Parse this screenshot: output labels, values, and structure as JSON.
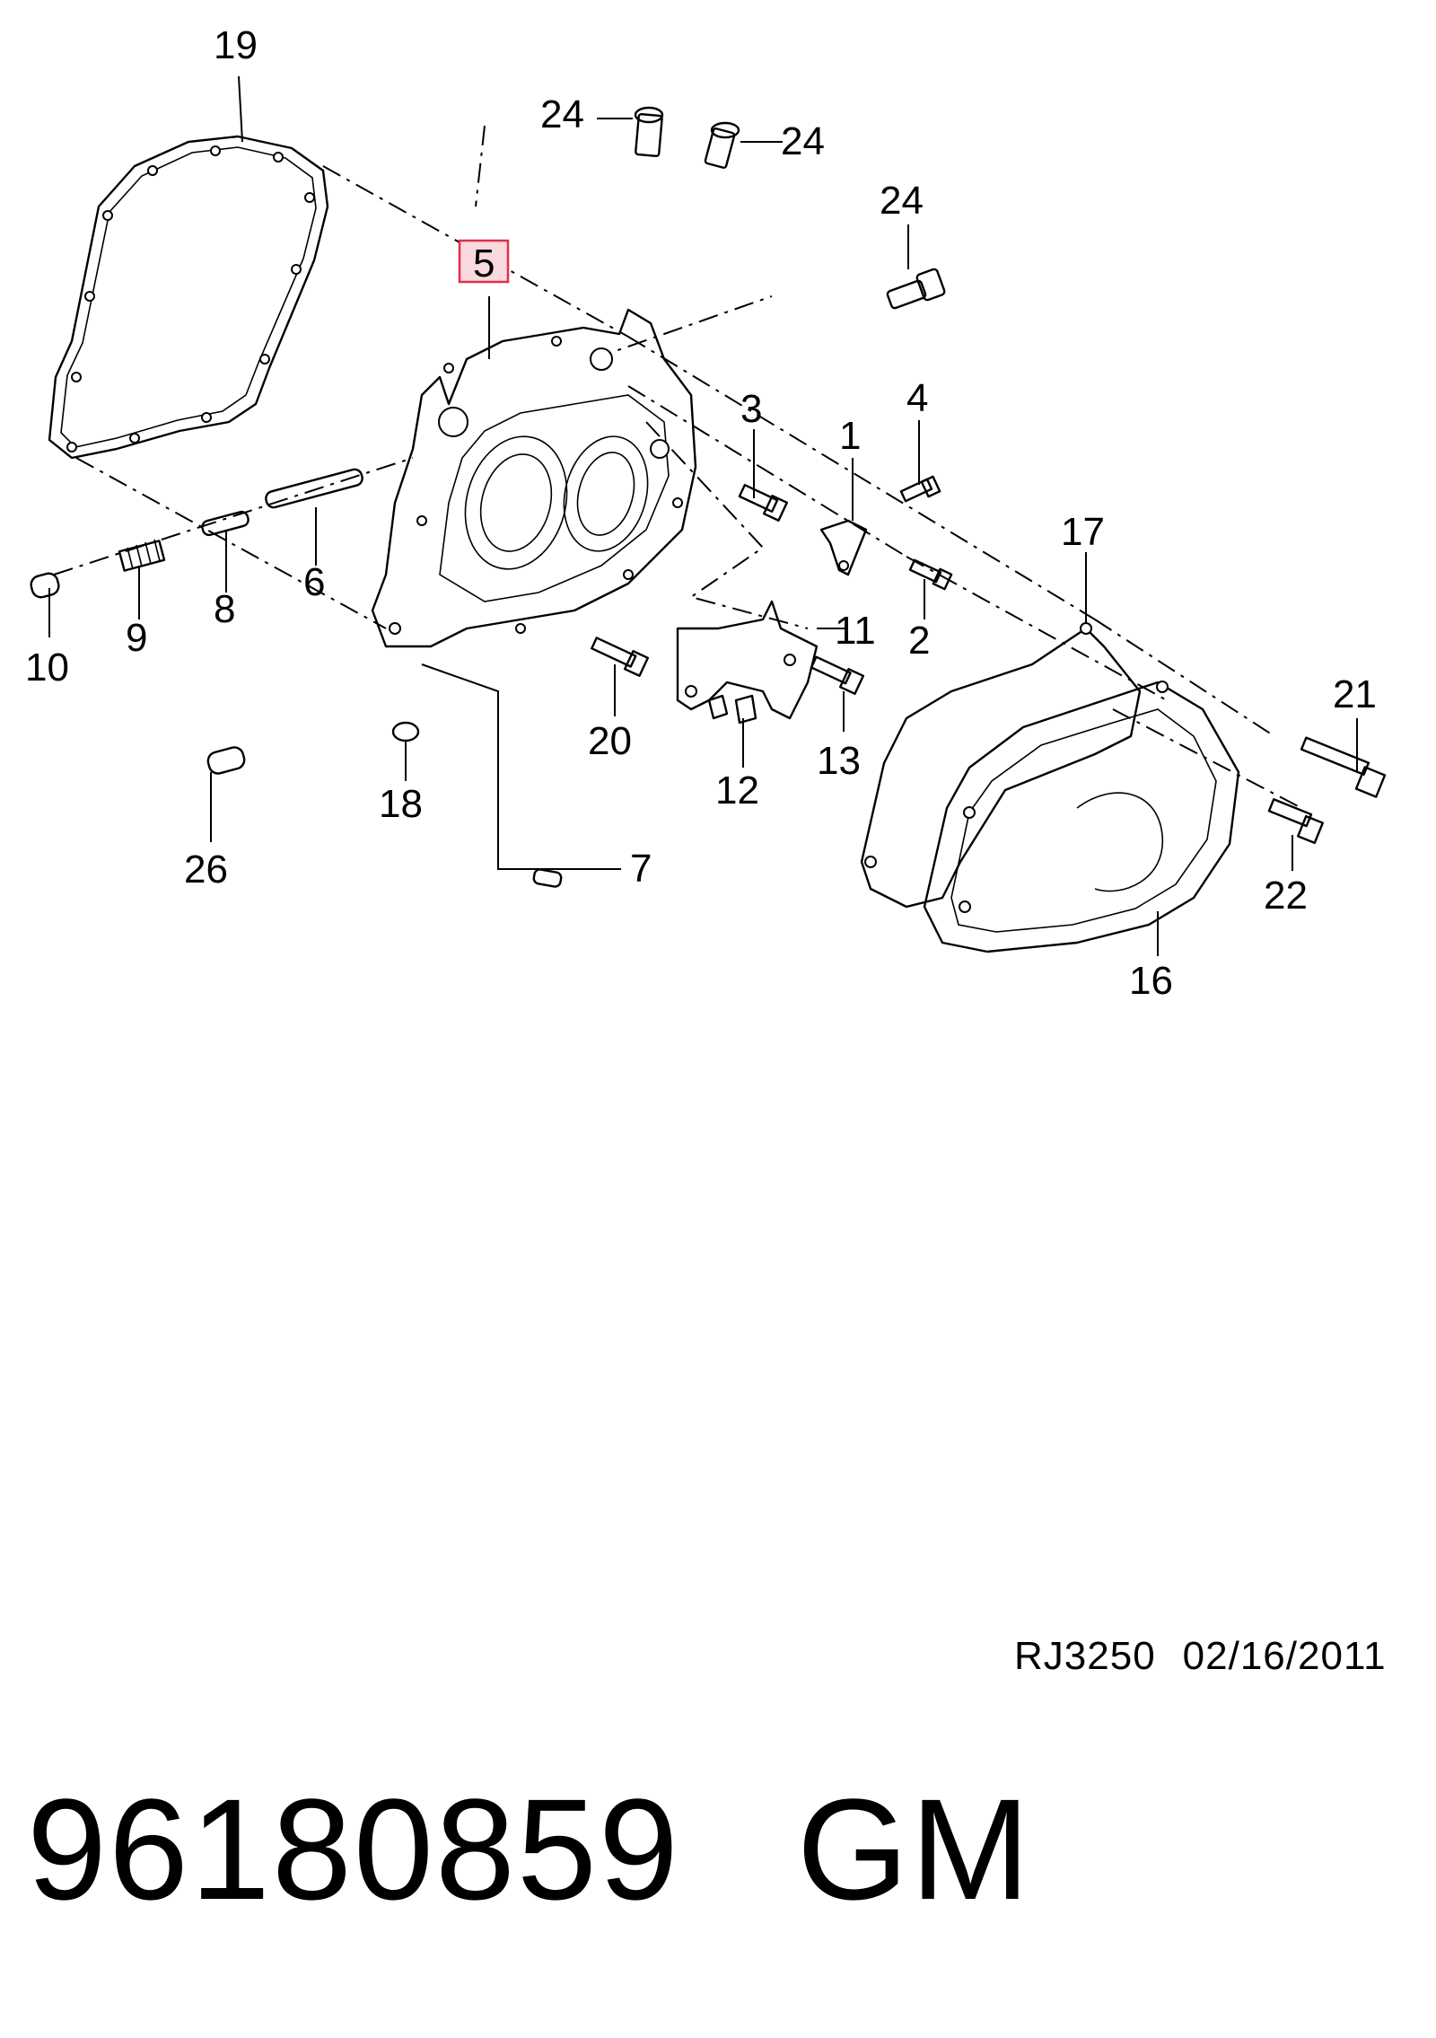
{
  "callouts": {
    "c19": "19",
    "c24a": "24",
    "c24b": "24",
    "c24c": "24",
    "c5": "5",
    "c3": "3",
    "c1": "1",
    "c4": "4",
    "c17": "17",
    "c6": "6",
    "c8": "8",
    "c9": "9",
    "c10": "10",
    "c2": "2",
    "c11": "11",
    "c21": "21",
    "c20": "20",
    "c13": "13",
    "c12": "12",
    "c18": "18",
    "c22": "22",
    "c26": "26",
    "c7": "7",
    "c16": "16"
  },
  "highlight": {
    "callout": "5",
    "color": "#e0304a"
  },
  "footer": {
    "ref_code": "RJ3250",
    "date": "02/16/2011",
    "part_number": "96180859",
    "brand": "GM"
  }
}
